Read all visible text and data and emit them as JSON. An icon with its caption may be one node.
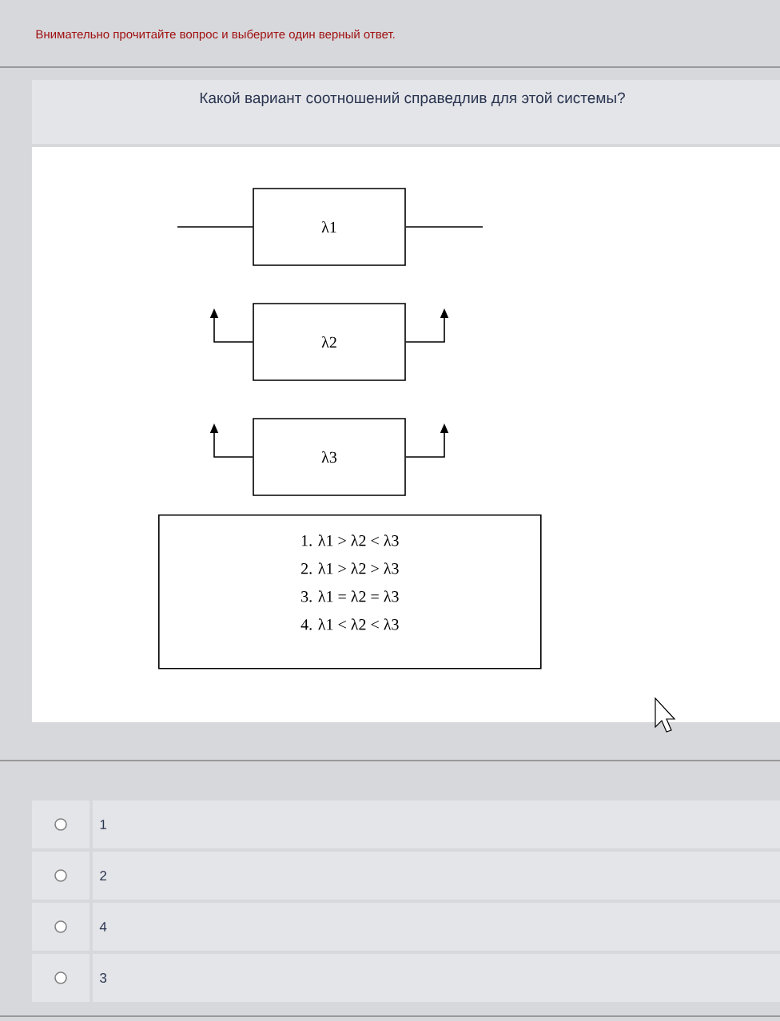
{
  "diagram": {
    "title": "Какой вариант соотношений справедлив для этой системы?",
    "nodes": [
      {
        "text": [
          "λ1"
        ]
      },
      {
        "text": [
          "λ2"
        ]
      },
      {
        "text": [
          "λ3"
        ]
      },
      {
        "text": [
          "1. λ1 > λ2 < λ3",
          "2. λ1 > λ2 > λ3",
          "3. λ1 = λ2 = λ3",
          "4. λ1 < λ2 < λ3"
        ]
      }
    ],
    "edges": [
      {
        "from": null,
        "to": 0,
        "arrow": "none"
      },
      {
        "from": 0,
        "to": null,
        "arrow": "none"
      },
      {
        "from": 1,
        "to": null,
        "arrow": "to"
      },
      {
        "from": 1,
        "to": null,
        "arrow": "to"
      },
      {
        "from": 2,
        "to": null,
        "arrow": "to"
      },
      {
        "from": 2,
        "to": null,
        "arrow": "to"
      }
    ],
    "labels": [
      "Внимательно прочитайте вопрос и выберите один верный ответ.",
      "1",
      "2",
      "4",
      "3"
    ]
  }
}
